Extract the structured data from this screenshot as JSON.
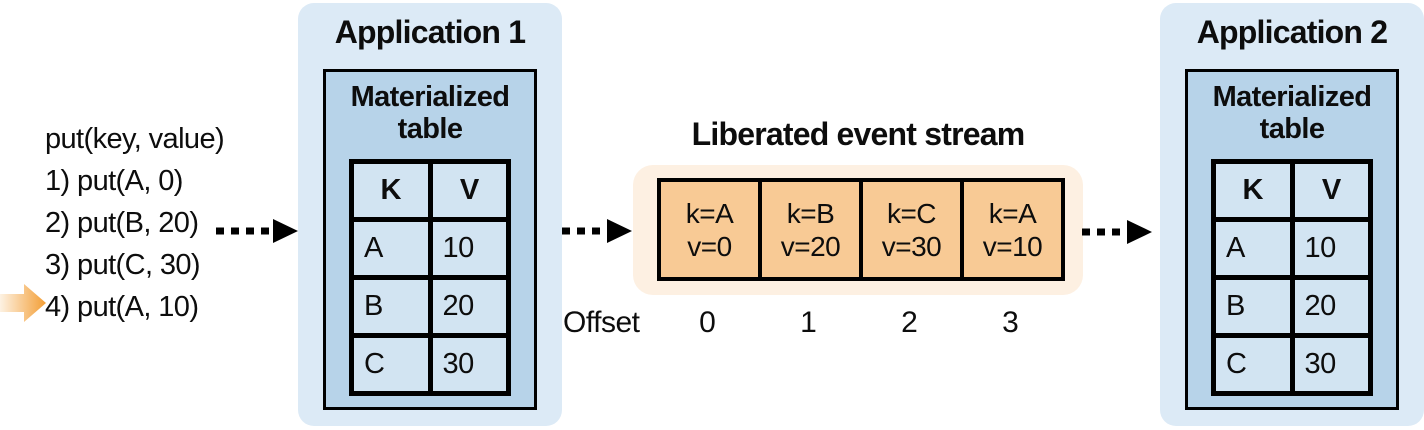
{
  "operations": {
    "header": "put(key, value)",
    "items": [
      "1) put(A, 0)",
      "2) put(B, 20)",
      "3) put(C, 30)",
      "4) put(A, 10)"
    ],
    "highlighted_item": "4) put(A, 10)"
  },
  "app1": {
    "title": "Application 1",
    "table_title": "Materialized table",
    "table": {
      "headers": [
        "K",
        "V"
      ],
      "rows": [
        [
          "A",
          "10"
        ],
        [
          "B",
          "20"
        ],
        [
          "C",
          "30"
        ]
      ]
    }
  },
  "stream": {
    "title": "Liberated event stream",
    "events": [
      {
        "k": "k=A",
        "v": "v=0"
      },
      {
        "k": "k=B",
        "v": "v=20"
      },
      {
        "k": "k=C",
        "v": "v=30"
      },
      {
        "k": "k=A",
        "v": "v=10"
      }
    ],
    "offset_label": "Offset",
    "offsets": [
      "0",
      "1",
      "2",
      "3"
    ]
  },
  "app2": {
    "title": "Application 2",
    "table_title": "Materialized table",
    "table": {
      "headers": [
        "K",
        "V"
      ],
      "rows": [
        [
          "A",
          "10"
        ],
        [
          "B",
          "20"
        ],
        [
          "C",
          "30"
        ]
      ]
    }
  },
  "colors": {
    "app_background": "#dceaf6",
    "table_panel": "#b7d3e9",
    "table_cell": "#d2e4f2",
    "stream_background": "#fdf0e2",
    "event_cell": "#f8ca95",
    "highlight_arrow": "#f39e35"
  }
}
